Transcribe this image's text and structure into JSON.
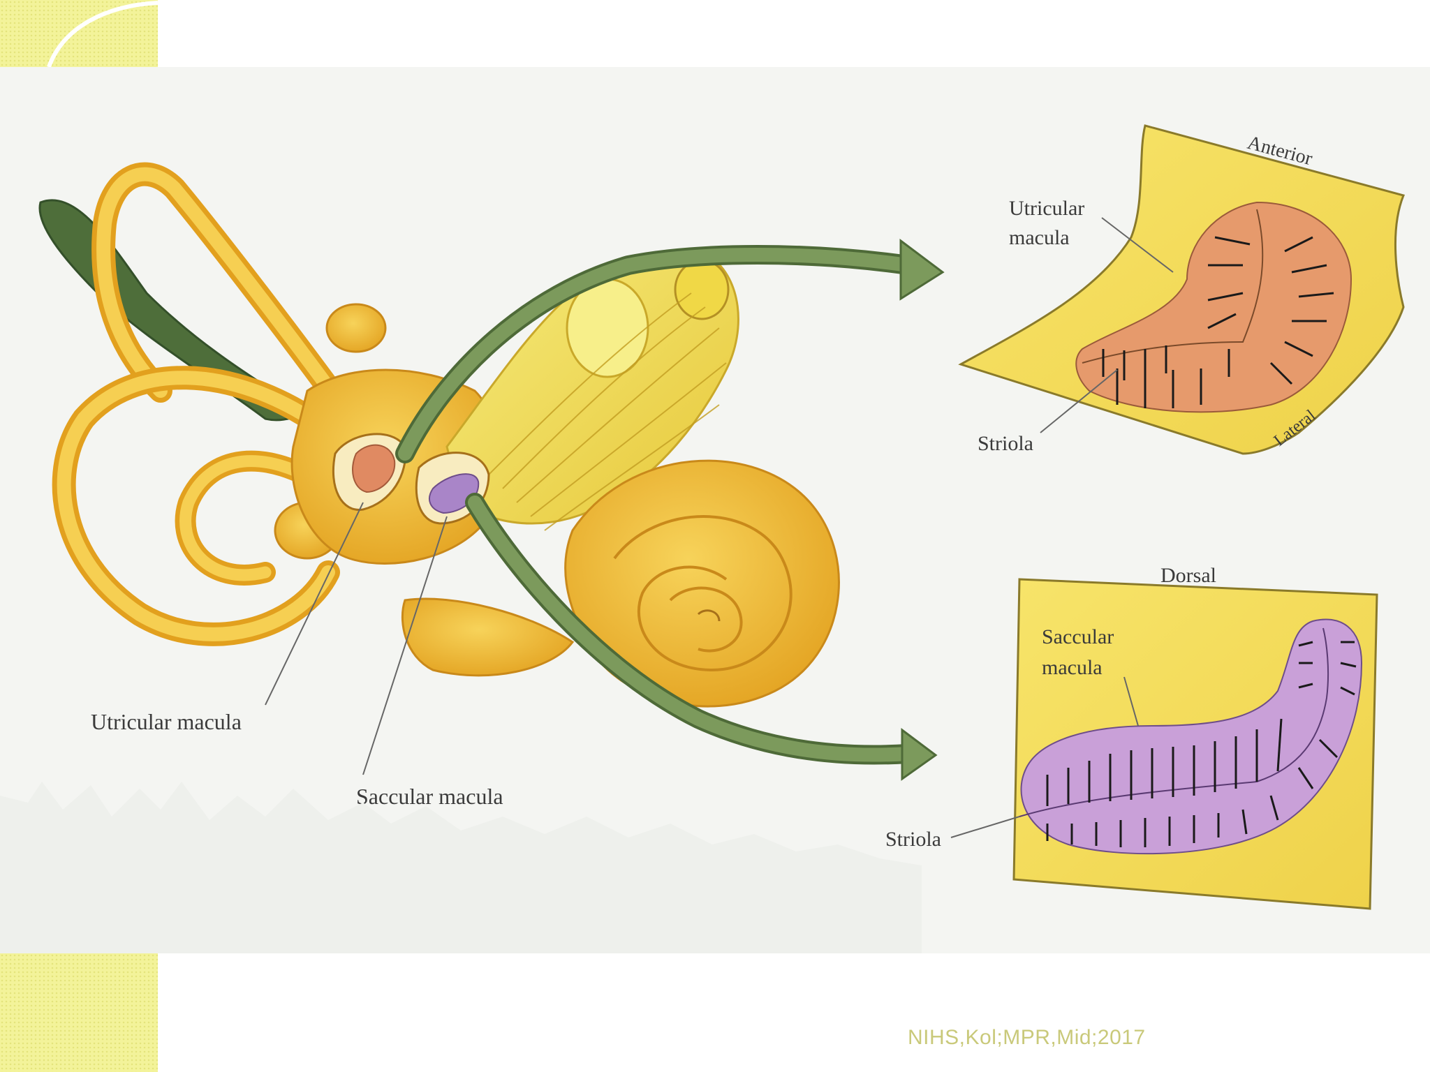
{
  "figure": {
    "labels": {
      "utricular_macula": "Utricular macula",
      "saccular_macula": "Saccular macula"
    },
    "utricle_panel": {
      "orientation_top": "Anterior",
      "orientation_side": "Lateral",
      "macula_label_line1": "Utricular",
      "macula_label_line2": "macula",
      "striola_label": "Striola"
    },
    "saccule_panel": {
      "orientation_top": "Dorsal",
      "macula_label_line1": "Saccular",
      "macula_label_line2": "macula",
      "striola_label": "Striola"
    },
    "colors": {
      "labyrinth": "#f2b928",
      "nerve": "#f1e04a",
      "arrow": "#6c8a52",
      "utricle_macula": "#e69a6c",
      "saccule_macula": "#c9a0d8",
      "panel": "#f4dc58",
      "endolymphatic_sac": "#4e6e3a"
    }
  },
  "footer": {
    "credit": "NIHS,Kol;MPR,Mid;2017"
  }
}
